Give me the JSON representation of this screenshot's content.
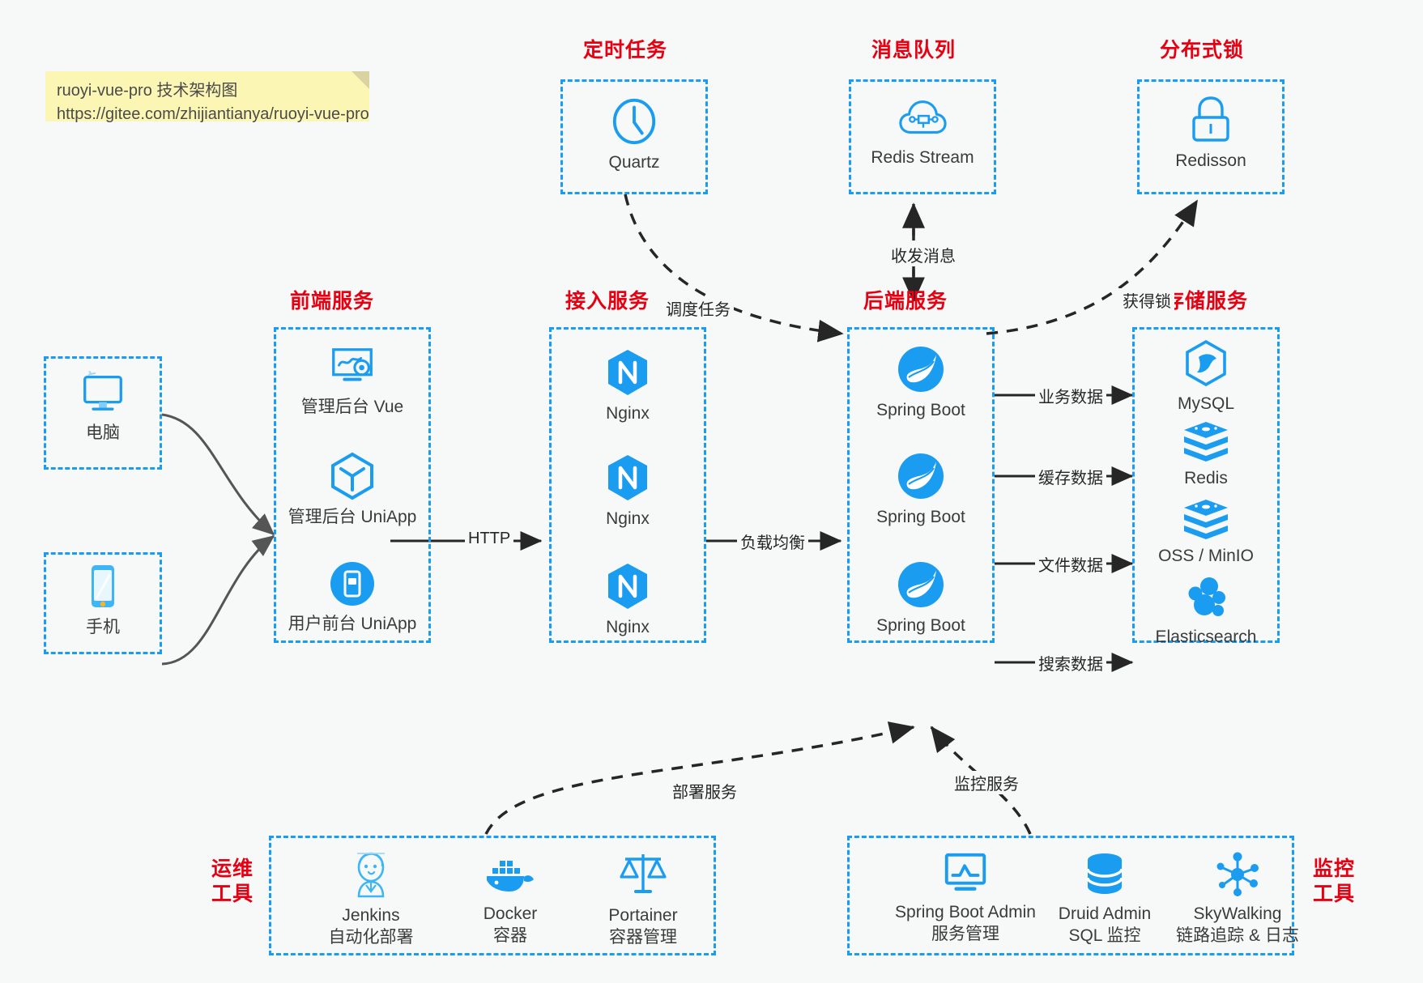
{
  "note": {
    "line1": "ruoyi-vue-pro 技术架构图",
    "line2": "https://gitee.com/zhijiantianya/ruoyi-vue-pro"
  },
  "colors": {
    "accent_blue": "#1a9cf0",
    "title_red": "#e60012",
    "text_gray": "#3b3b3b",
    "arrow_black": "#262626",
    "arrow_gray": "#555555",
    "note_yellow": "#fcf6b4",
    "background": "#f7f8f8"
  },
  "groups": {
    "scheduler": {
      "title": "定时任务",
      "nodes": [
        {
          "label": "Quartz",
          "icon": "clock-icon"
        }
      ]
    },
    "mq": {
      "title": "消息队列",
      "nodes": [
        {
          "label": "Redis Stream",
          "icon": "cloud-stream-icon"
        }
      ]
    },
    "lock": {
      "title": "分布式锁",
      "nodes": [
        {
          "label": "Redisson",
          "icon": "padlock-icon"
        }
      ]
    },
    "clients": {
      "nodes": [
        {
          "label": "电脑",
          "icon": "desktop-monitor-icon"
        },
        {
          "label": "手机",
          "icon": "mobile-phone-icon"
        }
      ]
    },
    "frontend": {
      "title": "前端服务",
      "nodes": [
        {
          "label": "管理后台 Vue",
          "icon": "dashboard-gear-icon"
        },
        {
          "label": "管理后台 UniApp",
          "icon": "hexagon-cube-icon"
        },
        {
          "label": "用户前台 UniApp",
          "icon": "mobile-app-icon"
        }
      ]
    },
    "gateway": {
      "title": "接入服务",
      "nodes": [
        {
          "label": "Nginx",
          "icon": "nginx-icon"
        },
        {
          "label": "Nginx",
          "icon": "nginx-icon"
        },
        {
          "label": "Nginx",
          "icon": "nginx-icon"
        }
      ]
    },
    "backend": {
      "title": "后端服务",
      "nodes": [
        {
          "label": "Spring Boot",
          "icon": "spring-leaf-icon"
        },
        {
          "label": "Spring Boot",
          "icon": "spring-leaf-icon"
        },
        {
          "label": "Spring Boot",
          "icon": "spring-leaf-icon"
        }
      ]
    },
    "storage": {
      "title": "存储服务",
      "nodes": [
        {
          "label": "MySQL",
          "icon": "mysql-dolphin-icon"
        },
        {
          "label": "Redis",
          "icon": "redis-stack-icon"
        },
        {
          "label": "OSS / MinIO",
          "icon": "object-storage-icon"
        },
        {
          "label": "Elasticsearch",
          "icon": "elasticsearch-cluster-icon"
        }
      ]
    },
    "devops": {
      "title_line1": "运维",
      "title_line2": "工具",
      "nodes": [
        {
          "label": "Jenkins",
          "sublabel": "自动化部署",
          "icon": "jenkins-butler-icon"
        },
        {
          "label": "Docker",
          "sublabel": "容器",
          "icon": "docker-whale-icon"
        },
        {
          "label": "Portainer",
          "sublabel": "容器管理",
          "icon": "scales-balance-icon"
        }
      ]
    },
    "monitor": {
      "title_line1": "监控",
      "title_line2": "工具",
      "nodes": [
        {
          "label": "Spring Boot Admin",
          "sublabel": "服务管理",
          "icon": "monitor-chart-icon"
        },
        {
          "label": "Druid Admin",
          "sublabel": "SQL 监控",
          "icon": "database-stack-icon"
        },
        {
          "label": "SkyWalking",
          "sublabel": "链路追踪 & 日志",
          "icon": "network-nodes-icon"
        }
      ]
    }
  },
  "edges": {
    "http": "HTTP",
    "load_balance": "负载均衡",
    "schedule_task": "调度任务",
    "send_receive_message": "收发消息",
    "acquire_lock": "获得锁",
    "business_data": "业务数据",
    "cache_data": "缓存数据",
    "file_data": "文件数据",
    "search_data": "搜索数据",
    "deploy_service": "部署服务",
    "monitor_service": "监控服务"
  }
}
